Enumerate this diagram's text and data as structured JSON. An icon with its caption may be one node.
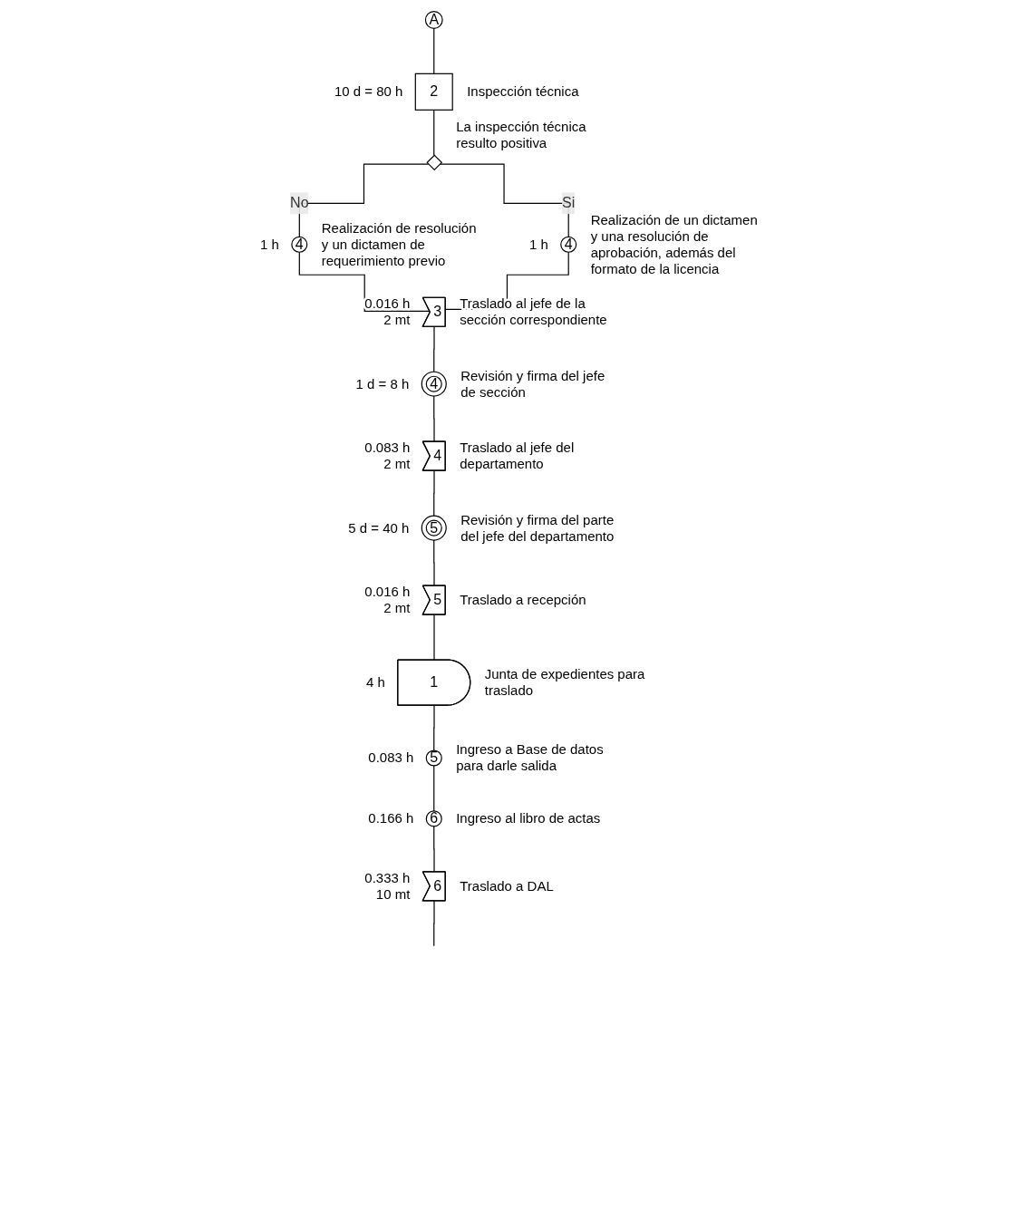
{
  "diagram": {
    "nodes": [
      {
        "text": [
          "A"
        ]
      },
      {
        "text": [
          "2"
        ],
        "beside": [
          "10 d = 80 h",
          "Inspección técnica"
        ]
      },
      {
        "text": [],
        "shape": "diamond",
        "beside": [
          "La inspección técnica resulto positiva"
        ]
      },
      {
        "text": [
          "4"
        ],
        "beside": [
          "1 h",
          "Realización de resolución y un dictamen de requerimiento previo"
        ]
      },
      {
        "text": [
          "4"
        ],
        "beside": [
          "1 h",
          "Realización de un dictamen y una resolución de aprobación, además del formato de la licencia"
        ]
      },
      {
        "text": [
          "3"
        ],
        "beside": [
          "0.016 h",
          "2 mt",
          "Traslado al jefe de la sección correspondiente"
        ]
      },
      {
        "text": [
          "4"
        ],
        "beside": [
          "1 d = 8 h",
          "Revisión y firma del jefe de sección"
        ]
      },
      {
        "text": [
          "4"
        ],
        "beside": [
          "0.083 h",
          "2 mt",
          "Traslado al jefe del departamento"
        ]
      },
      {
        "text": [
          "5"
        ],
        "beside": [
          "5 d = 40 h",
          "Revisión y firma del parte del jefe del departamento"
        ]
      },
      {
        "text": [
          "5"
        ],
        "beside": [
          "0.016 h",
          "2 mt",
          "Traslado a recepción"
        ]
      },
      {
        "text": [
          "1"
        ],
        "beside": [
          "4 h",
          "Junta de expedientes para traslado"
        ]
      },
      {
        "text": [
          "5"
        ],
        "beside": [
          "0.083 h",
          "Ingreso a Base de datos para darle salida"
        ]
      },
      {
        "text": [
          "6"
        ],
        "beside": [
          "0.166 h",
          "Ingreso al libro de actas"
        ]
      },
      {
        "text": [
          "6"
        ],
        "beside": [
          "0.333 h",
          "10 mt",
          "Traslado a DAL"
        ]
      }
    ],
    "edges": [
      {
        "from": 0,
        "to": 1,
        "arrow": "none"
      },
      {
        "from": 1,
        "to": 2,
        "arrow": "none"
      },
      {
        "from": 2,
        "to": 3,
        "arrow": "none",
        "label": "No"
      },
      {
        "from": 2,
        "to": 4,
        "arrow": "none",
        "label": "Si"
      },
      {
        "from": 3,
        "to": 5,
        "arrow": "none"
      },
      {
        "from": 4,
        "to": 5,
        "arrow": "none"
      },
      {
        "from": 5,
        "to": 6,
        "arrow": "none"
      },
      {
        "from": 6,
        "to": 7,
        "arrow": "none"
      },
      {
        "from": 7,
        "to": 8,
        "arrow": "none"
      },
      {
        "from": 8,
        "to": 9,
        "arrow": "none"
      },
      {
        "from": 9,
        "to": 10,
        "arrow": "none"
      },
      {
        "from": 10,
        "to": 11,
        "arrow": "none"
      },
      {
        "from": 11,
        "to": 12,
        "arrow": "none"
      },
      {
        "from": 12,
        "to": 13,
        "arrow": "none"
      },
      {
        "from": 13,
        "to": null,
        "arrow": "none"
      }
    ]
  }
}
